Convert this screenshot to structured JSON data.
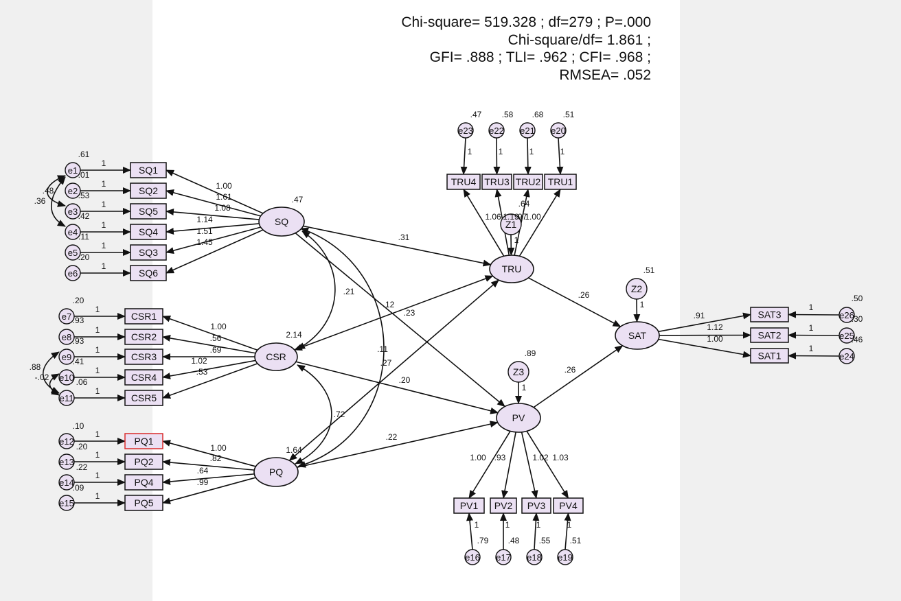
{
  "fit": {
    "line1": "Chi-square= 519.328 ; df=279 ; P=.000",
    "line2": "Chi-square/df= 1.861 ;",
    "line3": "GFI= .888 ; TLI= .962 ; CFI= .968 ;",
    "line4": "RMSEA= .052"
  },
  "colors": {
    "node_fill": "#ebe0f3",
    "stroke": "#111111",
    "highlight_border": "#d92b2b",
    "canvas": "#ffffff",
    "margin": "#f0f0f0"
  },
  "latents": [
    {
      "id": "SQ",
      "label": "SQ",
      "variance": ".47"
    },
    {
      "id": "CSR",
      "label": "CSR",
      "variance": "2.14"
    },
    {
      "id": "PQ",
      "label": "PQ",
      "variance": "1.64"
    },
    {
      "id": "TRU",
      "label": "TRU",
      "variance": ""
    },
    {
      "id": "PV",
      "label": "PV",
      "variance": ""
    },
    {
      "id": "SAT",
      "label": "SAT",
      "variance": ""
    }
  ],
  "disturbances": [
    {
      "id": "Z1",
      "label": "Z1",
      "variance": ".64",
      "path": "1"
    },
    {
      "id": "Z2",
      "label": "Z2",
      "variance": ".51",
      "path": "1"
    },
    {
      "id": "Z3",
      "label": "Z3",
      "variance": ".89",
      "path": "1"
    }
  ],
  "indicators": [
    {
      "id": "SQ1",
      "label": "SQ1",
      "factor": "SQ",
      "loading": "1.00",
      "error": "e1",
      "error_var": ".61",
      "error_path": "1"
    },
    {
      "id": "SQ2",
      "label": "SQ2",
      "factor": "SQ",
      "loading": "1.61",
      "error": "e2",
      "error_var": ".01",
      "error_path": "1"
    },
    {
      "id": "SQ5",
      "label": "SQ5",
      "factor": "SQ",
      "loading": "1.08",
      "error": "e3",
      "error_var": ".53",
      "error_path": "1"
    },
    {
      "id": "SQ4",
      "label": "SQ4",
      "factor": "SQ",
      "loading": "1.14",
      "error": "e4",
      "error_var": ".42",
      "error_path": "1"
    },
    {
      "id": "SQ3",
      "label": "SQ3",
      "factor": "SQ",
      "loading": "1.51",
      "error": "e5",
      "error_var": ".11",
      "error_path": "1"
    },
    {
      "id": "SQ6",
      "label": "SQ6",
      "factor": "SQ",
      "loading": "1.45",
      "error": "e6",
      "error_var": ".20",
      "error_path": "1"
    },
    {
      "id": "CSR1",
      "label": "CSR1",
      "factor": "CSR",
      "loading": "1.00",
      "error": "e7",
      "error_var": ".20",
      "error_path": "1"
    },
    {
      "id": "CSR2",
      "label": "CSR2",
      "factor": "CSR",
      "loading": ".56",
      "error": "e8",
      "error_var": ".93",
      "error_path": "1"
    },
    {
      "id": "CSR3",
      "label": "CSR3",
      "factor": "CSR",
      "loading": ".69",
      "error": "e9",
      "error_var": ".93",
      "error_path": "1"
    },
    {
      "id": "CSR4",
      "label": "CSR4",
      "factor": "CSR",
      "loading": "1.02",
      "error": "e10",
      "error_var": ".41",
      "error_path": "1"
    },
    {
      "id": "CSR5",
      "label": "CSR5",
      "factor": "CSR",
      "loading": ".53",
      "error": "e11",
      "error_var": ".06",
      "error_path": "1"
    },
    {
      "id": "PQ1",
      "label": "PQ1",
      "factor": "PQ",
      "loading": "1.00",
      "error": "e12",
      "error_var": ".10",
      "error_path": "1",
      "highlight": true
    },
    {
      "id": "PQ2",
      "label": "PQ2",
      "factor": "PQ",
      "loading": ".82",
      "error": "e13",
      "error_var": ".20",
      "error_path": "1"
    },
    {
      "id": "PQ4",
      "label": "PQ4",
      "factor": "PQ",
      "loading": ".64",
      "error": "e14",
      "error_var": ".22",
      "error_path": "1"
    },
    {
      "id": "PQ5",
      "label": "PQ5",
      "factor": "PQ",
      "loading": ".99",
      "error": "e15",
      "error_var": ".09",
      "error_path": "1"
    },
    {
      "id": "TRU4",
      "label": "TRU4",
      "factor": "TRU",
      "loading": "1.06",
      "error": "e23",
      "error_var": ".47",
      "error_path": "1"
    },
    {
      "id": "TRU3",
      "label": "TRU3",
      "factor": "TRU",
      "loading": "1.19",
      "error": "e22",
      "error_var": ".58",
      "error_path": "1"
    },
    {
      "id": "TRU2",
      "label": "TRU2",
      "factor": "TRU",
      "loading": ".97",
      "error": "e21",
      "error_var": ".68",
      "error_path": "1"
    },
    {
      "id": "TRU1",
      "label": "TRU1",
      "factor": "TRU",
      "loading": "1.00",
      "error": "e20",
      "error_var": ".51",
      "error_path": "1"
    },
    {
      "id": "PV1",
      "label": "PV1",
      "factor": "PV",
      "loading": "1.00",
      "error": "e16",
      "error_var": ".79",
      "error_path": "1"
    },
    {
      "id": "PV2",
      "label": "PV2",
      "factor": "PV",
      "loading": ".93",
      "error": "e17",
      "error_var": ".48",
      "error_path": "1"
    },
    {
      "id": "PV3",
      "label": "PV3",
      "factor": "PV",
      "loading": "1.02",
      "error": "e18",
      "error_var": ".55",
      "error_path": "1"
    },
    {
      "id": "PV4",
      "label": "PV4",
      "factor": "PV",
      "loading": "1.03",
      "error": "e19",
      "error_var": ".51",
      "error_path": "1"
    },
    {
      "id": "SAT3",
      "label": "SAT3",
      "factor": "SAT",
      "loading": ".91",
      "error": "e26",
      "error_var": ".50",
      "error_path": "1"
    },
    {
      "id": "SAT2",
      "label": "SAT2",
      "factor": "SAT",
      "loading": "1.12",
      "error": "e25",
      "error_var": ".30",
      "error_path": "1"
    },
    {
      "id": "SAT1",
      "label": "SAT1",
      "factor": "SAT",
      "loading": "1.00",
      "error": "e24",
      "error_var": ".46",
      "error_path": "1"
    }
  ],
  "structural_paths": [
    {
      "from": "SQ",
      "to": "TRU",
      "value": ".31"
    },
    {
      "from": "CSR",
      "to": "TRU",
      "value": ".23"
    },
    {
      "from": "PQ",
      "to": "TRU",
      "value": ".27"
    },
    {
      "from": "SQ",
      "to": "PV",
      "value": ".12"
    },
    {
      "from": "CSR",
      "to": "PV",
      "value": ".20"
    },
    {
      "from": "PQ",
      "to": "PV",
      "value": ".22"
    },
    {
      "from": "TRU",
      "to": "SAT",
      "value": ".26"
    },
    {
      "from": "PV",
      "to": "SAT",
      "value": ".26"
    }
  ],
  "covariances": [
    {
      "a": "SQ",
      "b": "CSR",
      "value": ".21"
    },
    {
      "a": "CSR",
      "b": "PQ",
      "value": ".72"
    },
    {
      "a": "SQ",
      "b": "PQ",
      "value": ".11"
    },
    {
      "a": "e1",
      "b": "e3",
      "value": ".48"
    },
    {
      "a": "e1",
      "b": "e4",
      "value": ".36"
    },
    {
      "a": "e9",
      "b": "e11",
      "value": ".88"
    },
    {
      "a": "e10",
      "b": "e11",
      "value": "-.02"
    }
  ]
}
